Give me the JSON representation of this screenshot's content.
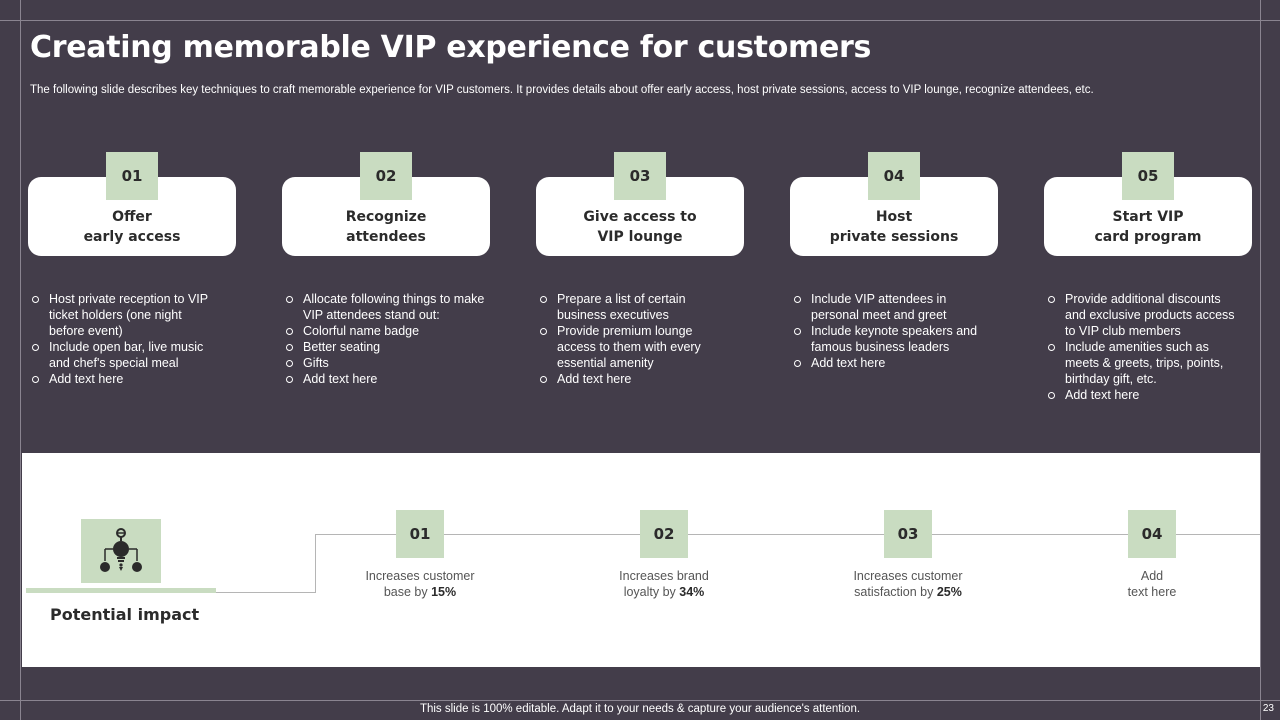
{
  "title": "Creating memorable VIP experience for customers",
  "subtitle": "The following slide describes key techniques to craft memorable experience for VIP customers. It provides details about offer early access, host private sessions, access to VIP lounge, recognize attendees, etc.",
  "steps": [
    {
      "number": "01",
      "title_lines": [
        "Offer",
        "early access"
      ],
      "bullets": [
        [
          "Host private reception to VIP",
          "ticket holders (one night",
          "before event)"
        ],
        [
          "Include open bar, live music",
          "and chef's special meal"
        ],
        [
          "Add text here"
        ]
      ]
    },
    {
      "number": "02",
      "title_lines": [
        "Recognize",
        "attendees"
      ],
      "bullets": [
        [
          "Allocate following things to make",
          "VIP attendees stand out:"
        ],
        [
          "Colorful name badge"
        ],
        [
          "Better seating"
        ],
        [
          "Gifts"
        ],
        [
          "Add text here"
        ]
      ]
    },
    {
      "number": "03",
      "title_lines": [
        "Give access to",
        "VIP lounge"
      ],
      "bullets": [
        [
          "Prepare a list of certain",
          "business executives"
        ],
        [
          "Provide premium lounge",
          "access to them with every",
          "essential amenity"
        ],
        [
          "Add text here"
        ]
      ]
    },
    {
      "number": "04",
      "title_lines": [
        "Host",
        "private sessions"
      ],
      "bullets": [
        [
          "Include VIP attendees in",
          "personal meet and greet"
        ],
        [
          "Include keynote speakers and",
          "famous business leaders"
        ],
        [
          "Add text here"
        ]
      ]
    },
    {
      "number": "05",
      "title_lines": [
        "Start VIP",
        "card program"
      ],
      "bullets": [
        [
          "Provide additional discounts",
          "and exclusive products access",
          "to VIP club members"
        ],
        [
          "Include amenities such as",
          "meets & greets, trips, points,",
          "birthday gift, etc."
        ],
        [
          "Add text here"
        ]
      ]
    }
  ],
  "impact": {
    "label": "Potential impact",
    "icon": "vip-benefits-icon",
    "items": [
      {
        "number": "01",
        "line1": "Increases customer",
        "line2_prefix": "base by ",
        "line2_value": "15%"
      },
      {
        "number": "02",
        "line1": "Increases brand",
        "line2_prefix": "loyalty by ",
        "line2_value": "34%"
      },
      {
        "number": "03",
        "line1": "Increases customer",
        "line2_prefix": "satisfaction by ",
        "line2_value": "25%"
      },
      {
        "number": "04",
        "line1": "Add",
        "line2_prefix": "text here",
        "line2_value": ""
      }
    ]
  },
  "footer": "This slide is 100% editable. Adapt it to your needs & capture your audience's attention.",
  "page_number": "23",
  "colors": {
    "background": "#433d4a",
    "accent": "#c9dcc1",
    "card": "#ffffff"
  }
}
